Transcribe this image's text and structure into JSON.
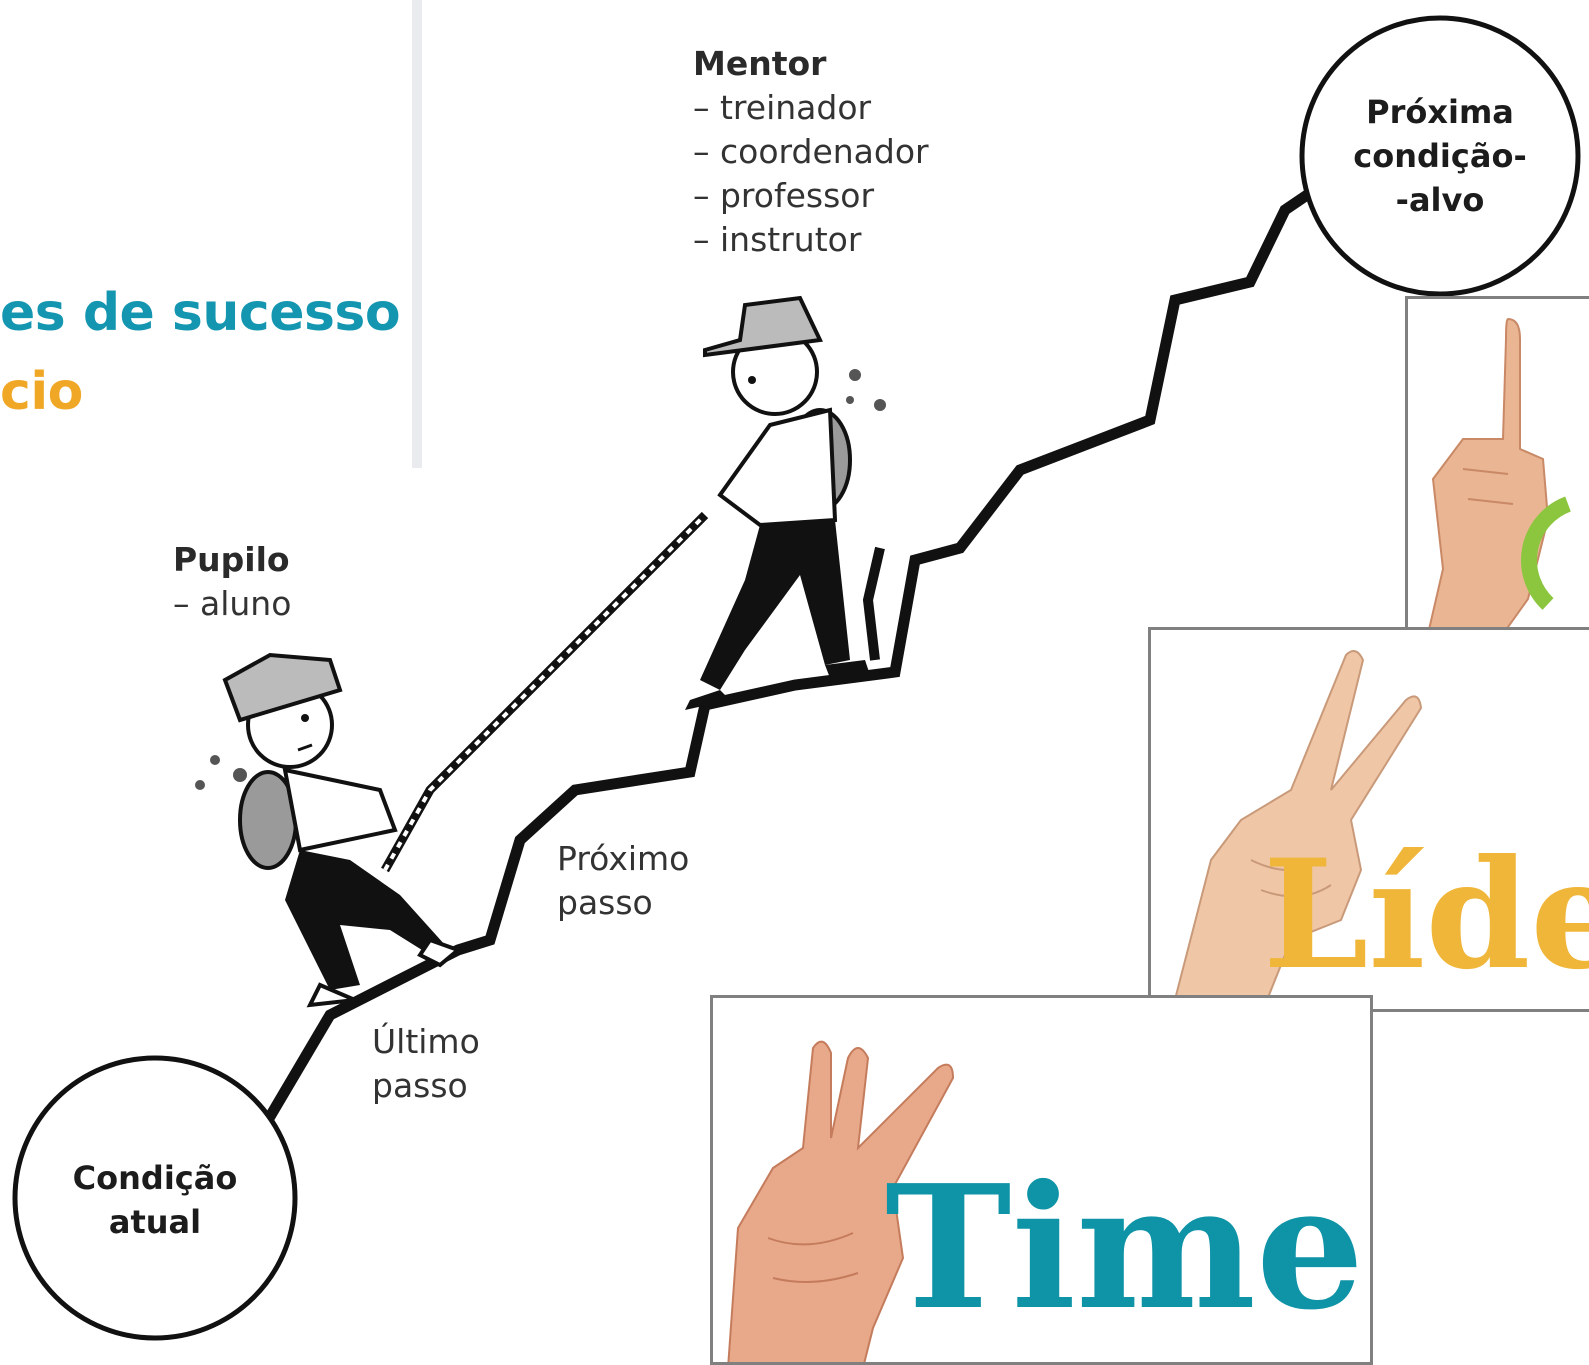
{
  "slide": {
    "line1": "es de sucesso",
    "line2": "cio",
    "colors": {
      "teal": "#1496b0",
      "orange": "#f0a726"
    }
  },
  "diagram": {
    "start_circle": [
      "Condição",
      "atual"
    ],
    "target_circle": [
      "Próxima",
      "condição-",
      "-alvo"
    ],
    "mentor": {
      "title": "Mentor",
      "roles": [
        "– treinador",
        "– coordenador",
        "– professor",
        "– instrutor"
      ]
    },
    "pupil": {
      "title": "Pupilo",
      "roles": [
        "– aluno"
      ]
    },
    "next_step": [
      "Próximo",
      "passo"
    ],
    "last_step": [
      "Último",
      "passo"
    ]
  },
  "cards": [
    {
      "word": "Time",
      "color": "#0f93a6",
      "fingers": 3
    },
    {
      "word": "Líde",
      "color": "#f0b63a",
      "fingers": 2
    },
    {
      "word": "",
      "color": "#8cc63f",
      "fingers": 1
    }
  ]
}
